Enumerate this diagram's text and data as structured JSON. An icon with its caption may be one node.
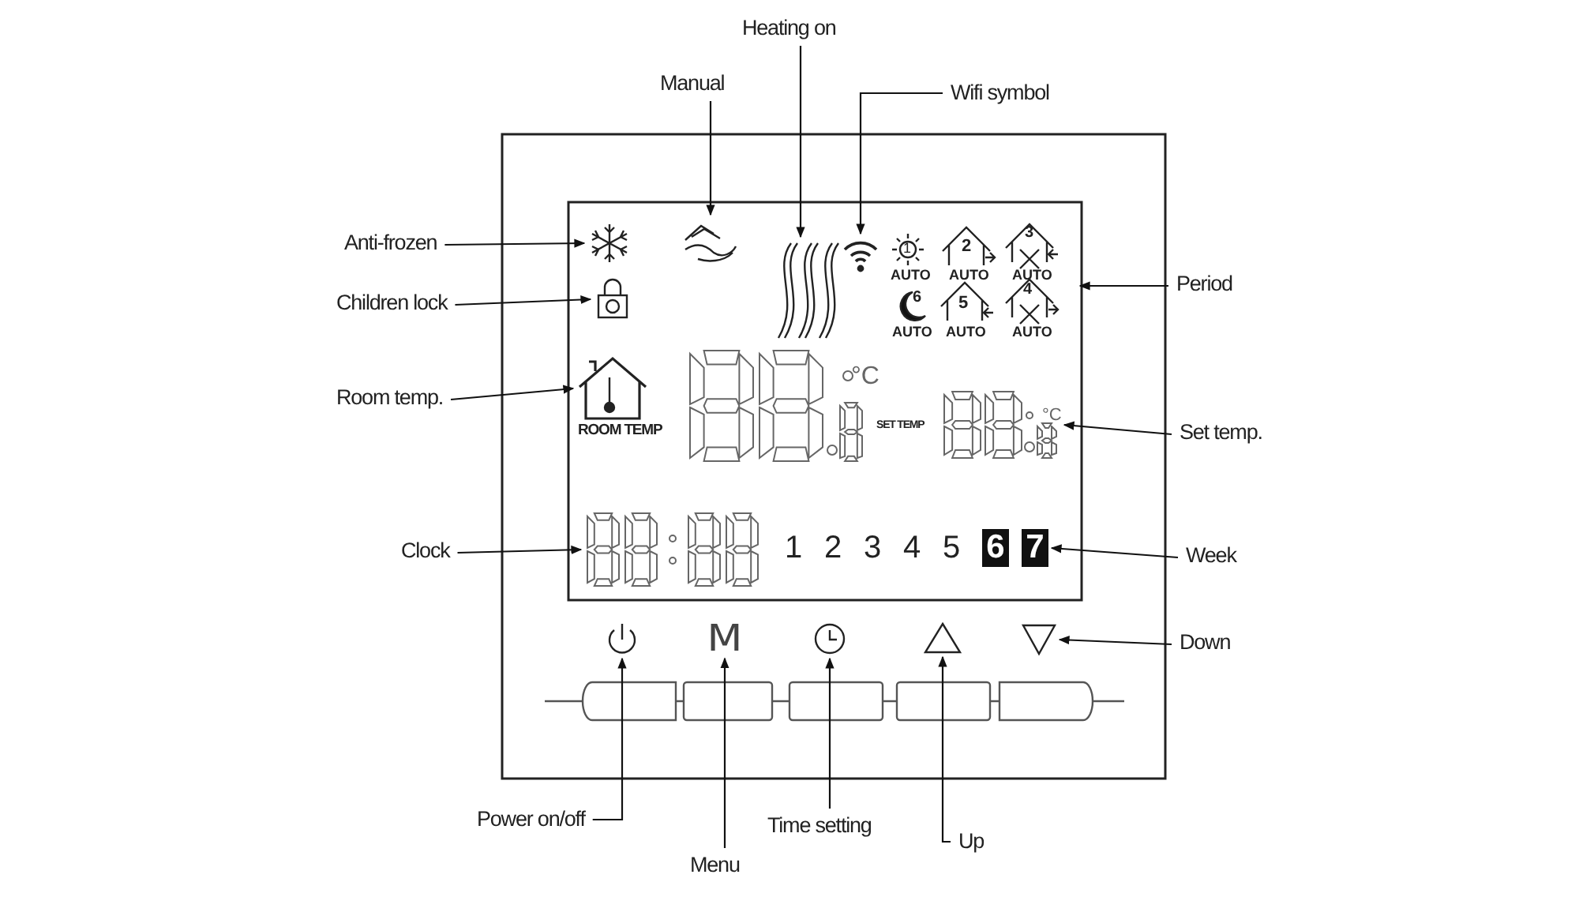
{
  "diagram": {
    "nodes": [
      {
        "text": [
          "Heating on"
        ]
      },
      {
        "text": [
          "Manual"
        ]
      },
      {
        "text": [
          "Wifi symbol"
        ]
      },
      {
        "text": [
          "Anti-frozen"
        ]
      },
      {
        "text": [
          "Children lock"
        ]
      },
      {
        "text": [
          "Room temp."
        ]
      },
      {
        "text": [
          "Clock"
        ]
      },
      {
        "text": [
          "Power on/off"
        ]
      },
      {
        "text": [
          "Menu"
        ]
      },
      {
        "text": [
          "Time setting"
        ]
      },
      {
        "text": [
          "Up"
        ]
      },
      {
        "text": [
          "Down"
        ]
      },
      {
        "text": [
          "Week"
        ]
      },
      {
        "text": [
          "Set temp."
        ]
      },
      {
        "text": [
          "Period"
        ]
      },
      {
        "text": [],
        "shape": "waves"
      },
      {
        "text": [],
        "shape": "hand"
      },
      {
        "text": [],
        "shape": "wifi"
      },
      {
        "text": [],
        "shape": "snowflake"
      },
      {
        "text": [],
        "shape": "lock"
      },
      {
        "text": [],
        "shape": "house"
      },
      {
        "text": [],
        "shape": "digits"
      },
      {
        "text": [],
        "shape": "power"
      },
      {
        "text": [
          "M"
        ]
      },
      {
        "text": [],
        "shape": "clock"
      },
      {
        "text": [],
        "shape": "triangle"
      },
      {
        "text": [],
        "shape": "triangle"
      },
      {
        "text": [
          "7"
        ]
      },
      {
        "text": [],
        "shape": "digits"
      },
      {
        "text": [],
        "shape": "icons"
      },
      {
        "text": [
          "6"
        ]
      }
    ],
    "edges": [
      {
        "from": 0,
        "to": 15,
        "arrow": "to"
      },
      {
        "from": 1,
        "to": 16,
        "arrow": "to"
      },
      {
        "from": 2,
        "to": 17,
        "arrow": "to"
      },
      {
        "from": 3,
        "to": 18,
        "arrow": "to"
      },
      {
        "from": 4,
        "to": 19,
        "arrow": "to"
      },
      {
        "from": 5,
        "to": 20,
        "arrow": "to"
      },
      {
        "from": 6,
        "to": 21,
        "arrow": "to"
      },
      {
        "from": 7,
        "to": 22,
        "arrow": "to"
      },
      {
        "from": 8,
        "to": 23,
        "arrow": "to"
      },
      {
        "from": 9,
        "to": 24,
        "arrow": "to"
      },
      {
        "from": 10,
        "to": 25,
        "arrow": "to"
      },
      {
        "from": 11,
        "to": 26,
        "arrow": "to"
      },
      {
        "from": 12,
        "to": 27,
        "arrow": "to"
      },
      {
        "from": 13,
        "to": 28,
        "arrow": "to"
      },
      {
        "from": 14,
        "to": 29,
        "arrow": "to"
      }
    ],
    "labels": [
      "1",
      "2",
      "3",
      "AUTO",
      "AUTO",
      "AUTO",
      "6",
      "5",
      "4",
      "AUTO",
      "AUTO",
      "AUTO",
      "ROOM TEMP",
      "°C",
      "SET TEMP",
      "°C",
      "1",
      "2",
      "3",
      "4",
      "5"
    ]
  }
}
